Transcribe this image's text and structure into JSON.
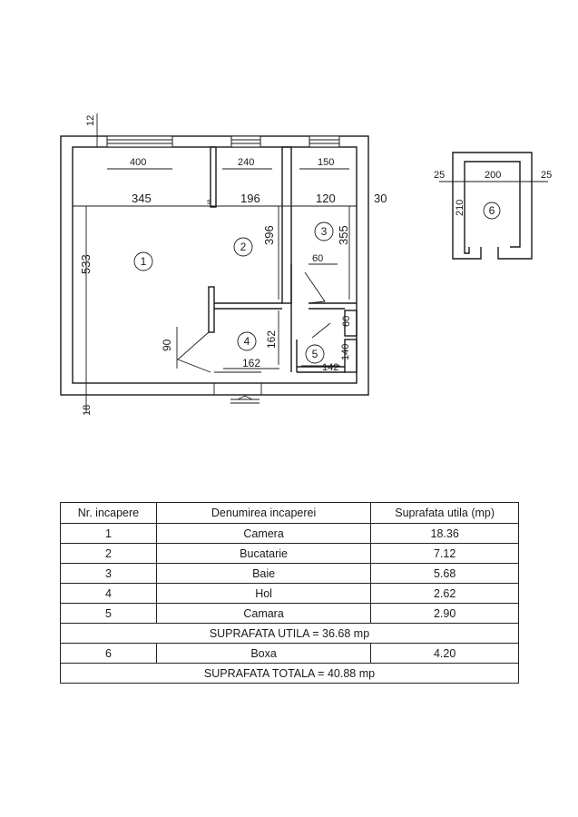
{
  "plan": {
    "dimensions": {
      "wall_top": "12",
      "wall_bottom": "18",
      "win1": "400",
      "win2": "240",
      "win3": "150",
      "w345": "345",
      "w196": "196",
      "w120": "120",
      "w30": "30",
      "h533": "533",
      "h396": "396",
      "h355": "355",
      "w60": "60",
      "h60": "60",
      "h90": "90",
      "h162": "162",
      "w162": "162",
      "h140": "140",
      "w142": "142",
      "s": "s"
    },
    "rooms": [
      "1",
      "2",
      "3",
      "4",
      "5"
    ],
    "storage": {
      "room": "6",
      "w25_left": "25",
      "w200": "200",
      "w25_right": "25",
      "h210": "210"
    }
  },
  "schedule": {
    "headers": [
      "Nr. incapere",
      "Denumirea incaperei",
      "Suprafata utila (mp)"
    ],
    "rows": [
      [
        "1",
        "Camera",
        "18.36"
      ],
      [
        "2",
        "Bucatarie",
        "7.12"
      ],
      [
        "3",
        "Baie",
        "5.68"
      ],
      [
        "4",
        "Hol",
        "2.62"
      ],
      [
        "5",
        "Camara",
        "2.90"
      ]
    ],
    "useful_total": "SUPRAFATA UTILA = 36.68 mp",
    "boxa_row": [
      "6",
      "Boxa",
      "4.20"
    ],
    "grand_total": "SUPRAFATA TOTALA = 40.88 mp"
  }
}
